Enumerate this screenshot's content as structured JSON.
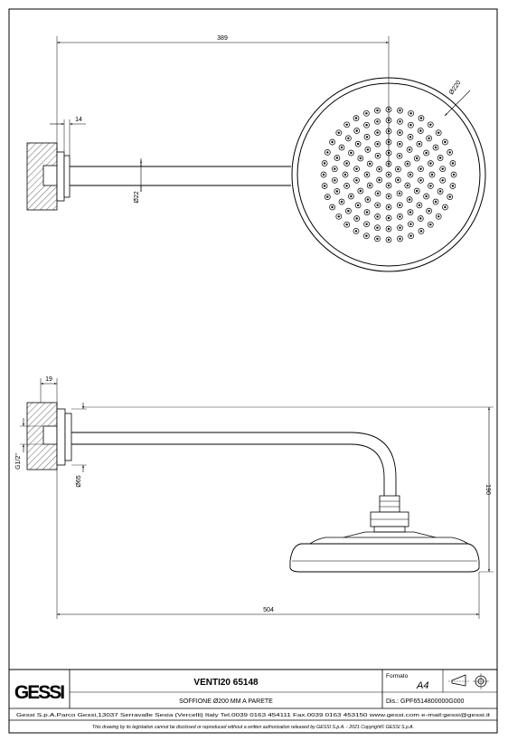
{
  "dimensions": {
    "top_width": "389",
    "top_flange": "14",
    "top_head_diameter": "Ø220",
    "top_arm_diameter": "Ø22",
    "side_flange": "19",
    "side_thread": "G1/2\"",
    "side_rosette_diameter": "Ø65",
    "side_height": "190",
    "side_length": "504"
  },
  "title_block": {
    "logo": "GESSI",
    "product_name": "VENTI20 65148",
    "description": "SOFFIONE Ø200 MM A PARETE",
    "formato_label": "Formato",
    "formato_value": "A4",
    "drawing_number": "Dis.: GPF6514800000G000",
    "company_line": "Gessi S.p.A.Parco Gessi,13037 Serravalle Sesia (Vercelli) Italy Tel.0039 0163 454111 Fax.0039 0163 453150 www.gessi.com e-mail:gessi@gessi.it",
    "disclaimer": "This drawing by its legislation cannot be disclosed or reproduced without a written authorization released by GESSI S.p.A. - 2021 Copyright© GESSI S.p.A."
  }
}
